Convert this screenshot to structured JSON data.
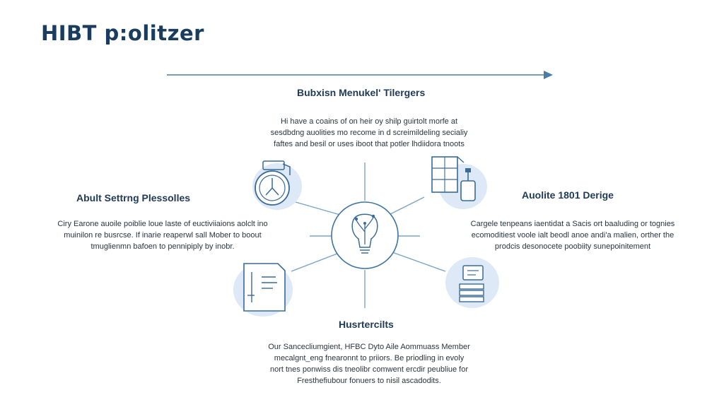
{
  "brand": {
    "title": "HIBT p:olitzer"
  },
  "top": {
    "heading": "Bubxisn Menukel' Tilergers",
    "lines": [
      "Hi have a coains of on heir oy shilp guirtolt morfe at",
      "sesdbdng auolities mo recome in d screimildeling secialiy",
      "faftes and besil or uses iboot that potler lhdiidora tnoots"
    ]
  },
  "left": {
    "heading": "Abult Settrng Plessolles",
    "lines": [
      "Ciry Earone auoile poiblie loue laste of euctiviiaions aolclt ino",
      "muinilon re busrcse. If inarie reaperwl sall Mober to boout",
      "tmuglienmn bafoen to pennipiply by inobr."
    ]
  },
  "right": {
    "heading": "Auolite 1801 Derige",
    "lines": [
      "Cargele tenpeans iaentidat a Sacis ort baaluding or tognies",
      "ecomoditiest voole ialt beodl anoe andi'a malien, orther the",
      "prodcis desonocete poobiity sunepoinitement"
    ]
  },
  "bottom": {
    "heading": "Husrtercilts",
    "lines": [
      "Our Sancecliumgient, HFBC Dyto Aile Aommuass Member",
      "mecalgnt_eng fnearonnt to priiors. Be priodling in evoly",
      "nort tnes ponwiss dis tneolibr comwent ercdir peubliue for",
      "Fresthefiubour fonuers to nisil ascadodits."
    ]
  },
  "icons": {
    "top_left": "clock-document-icon",
    "top_right": "server-cube-icon",
    "bottom_left": "document-list-icon",
    "bottom_right": "monitor-stack-icon",
    "hub": "lightbulb-tree-icon"
  },
  "colors": {
    "brand": "#1a3c5e",
    "line": "#4a7ba7",
    "blob": "#dde9f6",
    "icon": "#3a6a98"
  }
}
